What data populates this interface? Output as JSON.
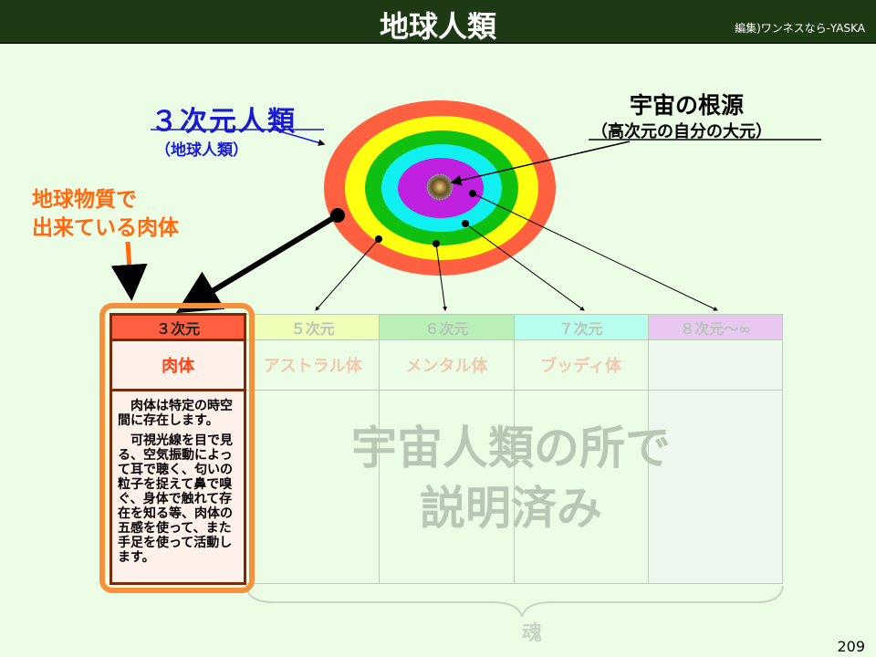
{
  "header": {
    "title": "地球人類",
    "credit": "編集)ワンネスなら-YASKA"
  },
  "labels": {
    "human3d": "３次元人類",
    "human3d_sub": "（地球人類）",
    "origin": "宇宙の根源",
    "origin_sub": "（高次元の自分の大元）",
    "matter_body_line1": "地球物質で",
    "matter_body_line2": "出来ている肉体"
  },
  "table": {
    "headers": [
      "３次元",
      "５次元",
      "６次元",
      "７次元",
      "８次元～∞"
    ],
    "bodies": [
      "肉体",
      "アストラル体",
      "メンタル体",
      "ブッディ体",
      ""
    ],
    "desc_p1": "肉体は特定の時空間に存在します。",
    "desc_p2": "可視光線を目で見る、空気振動によって耳で聴く、匂いの粒子を捉えて鼻で嗅ぐ、身体で触れて存在を知る等、肉体の五感を使って、また手足を使って活動します。",
    "header_colors": [
      "#ff6040",
      "#f0ffb8",
      "#b8f0b8",
      "#b8fff0",
      "#e8c8f0"
    ]
  },
  "watermark": {
    "line1": "宇宙人類の所で",
    "line2": "説明済み"
  },
  "soul": "魂",
  "page_number": "209"
}
